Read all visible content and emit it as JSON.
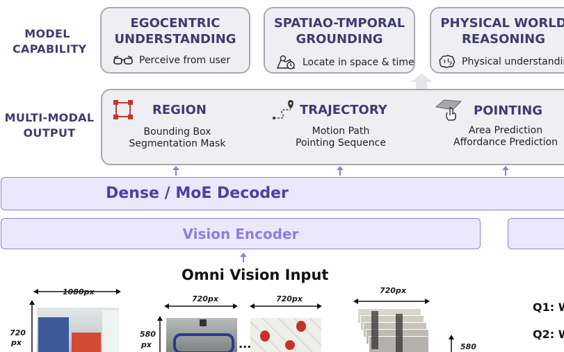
{
  "rows": {
    "model_capability": [
      "MODEL",
      "CAPABILITY"
    ],
    "multi_modal_output": [
      "MULTI-MODAL",
      "OUTPUT"
    ]
  },
  "capabilities": [
    {
      "title_lines": [
        "EGOCENTRIC",
        "UNDERSTANDING"
      ],
      "subtitle": "Perceive from user",
      "icon": "glasses-icon"
    },
    {
      "title_lines": [
        "SPATIAO-TMPORAL",
        "GROUNDING"
      ],
      "subtitle": "Locate in space & time",
      "icon": "map-clock-icon"
    },
    {
      "title_lines": [
        "PHYSICAL WORLD",
        "REASONING"
      ],
      "subtitle": "Physical understandin",
      "icon": "brain-icon"
    }
  ],
  "outputs": [
    {
      "title": "REGION",
      "lines": [
        "Bounding Box",
        "Segmentation Mask"
      ],
      "icon": "bounding-box-icon"
    },
    {
      "title": "TRAJECTORY",
      "lines": [
        "Motion Path",
        "Pointing Sequence"
      ],
      "icon": "trajectory-icon"
    },
    {
      "title": "POINTING",
      "lines": [
        "Area Prediction",
        "Affordance Prediction"
      ],
      "icon": "pointing-hand-icon"
    }
  ],
  "decoder": {
    "label": "Dense / MoE Decoder"
  },
  "encoder": {
    "label": "Vision Encoder"
  },
  "input": {
    "title": "Omni Vision Input",
    "dims": {
      "w1080": "1080px",
      "h720_a": "720",
      "h720_b": "px",
      "w720_a": "720px",
      "w720_b": "720px",
      "h580_a": "580",
      "h580_b": "px",
      "w720_c": "720px",
      "h580_c": "580"
    },
    "ellipsis": "..."
  },
  "questions": [
    "Q1: W",
    "Q2: W"
  ],
  "colors": {
    "accent_dark": "#3f3a73",
    "accent_purple": "#8b7fe0",
    "bar_fill": "#ebe8fb",
    "card_fill": "#efeff3",
    "card_border": "#a9a9ad"
  }
}
